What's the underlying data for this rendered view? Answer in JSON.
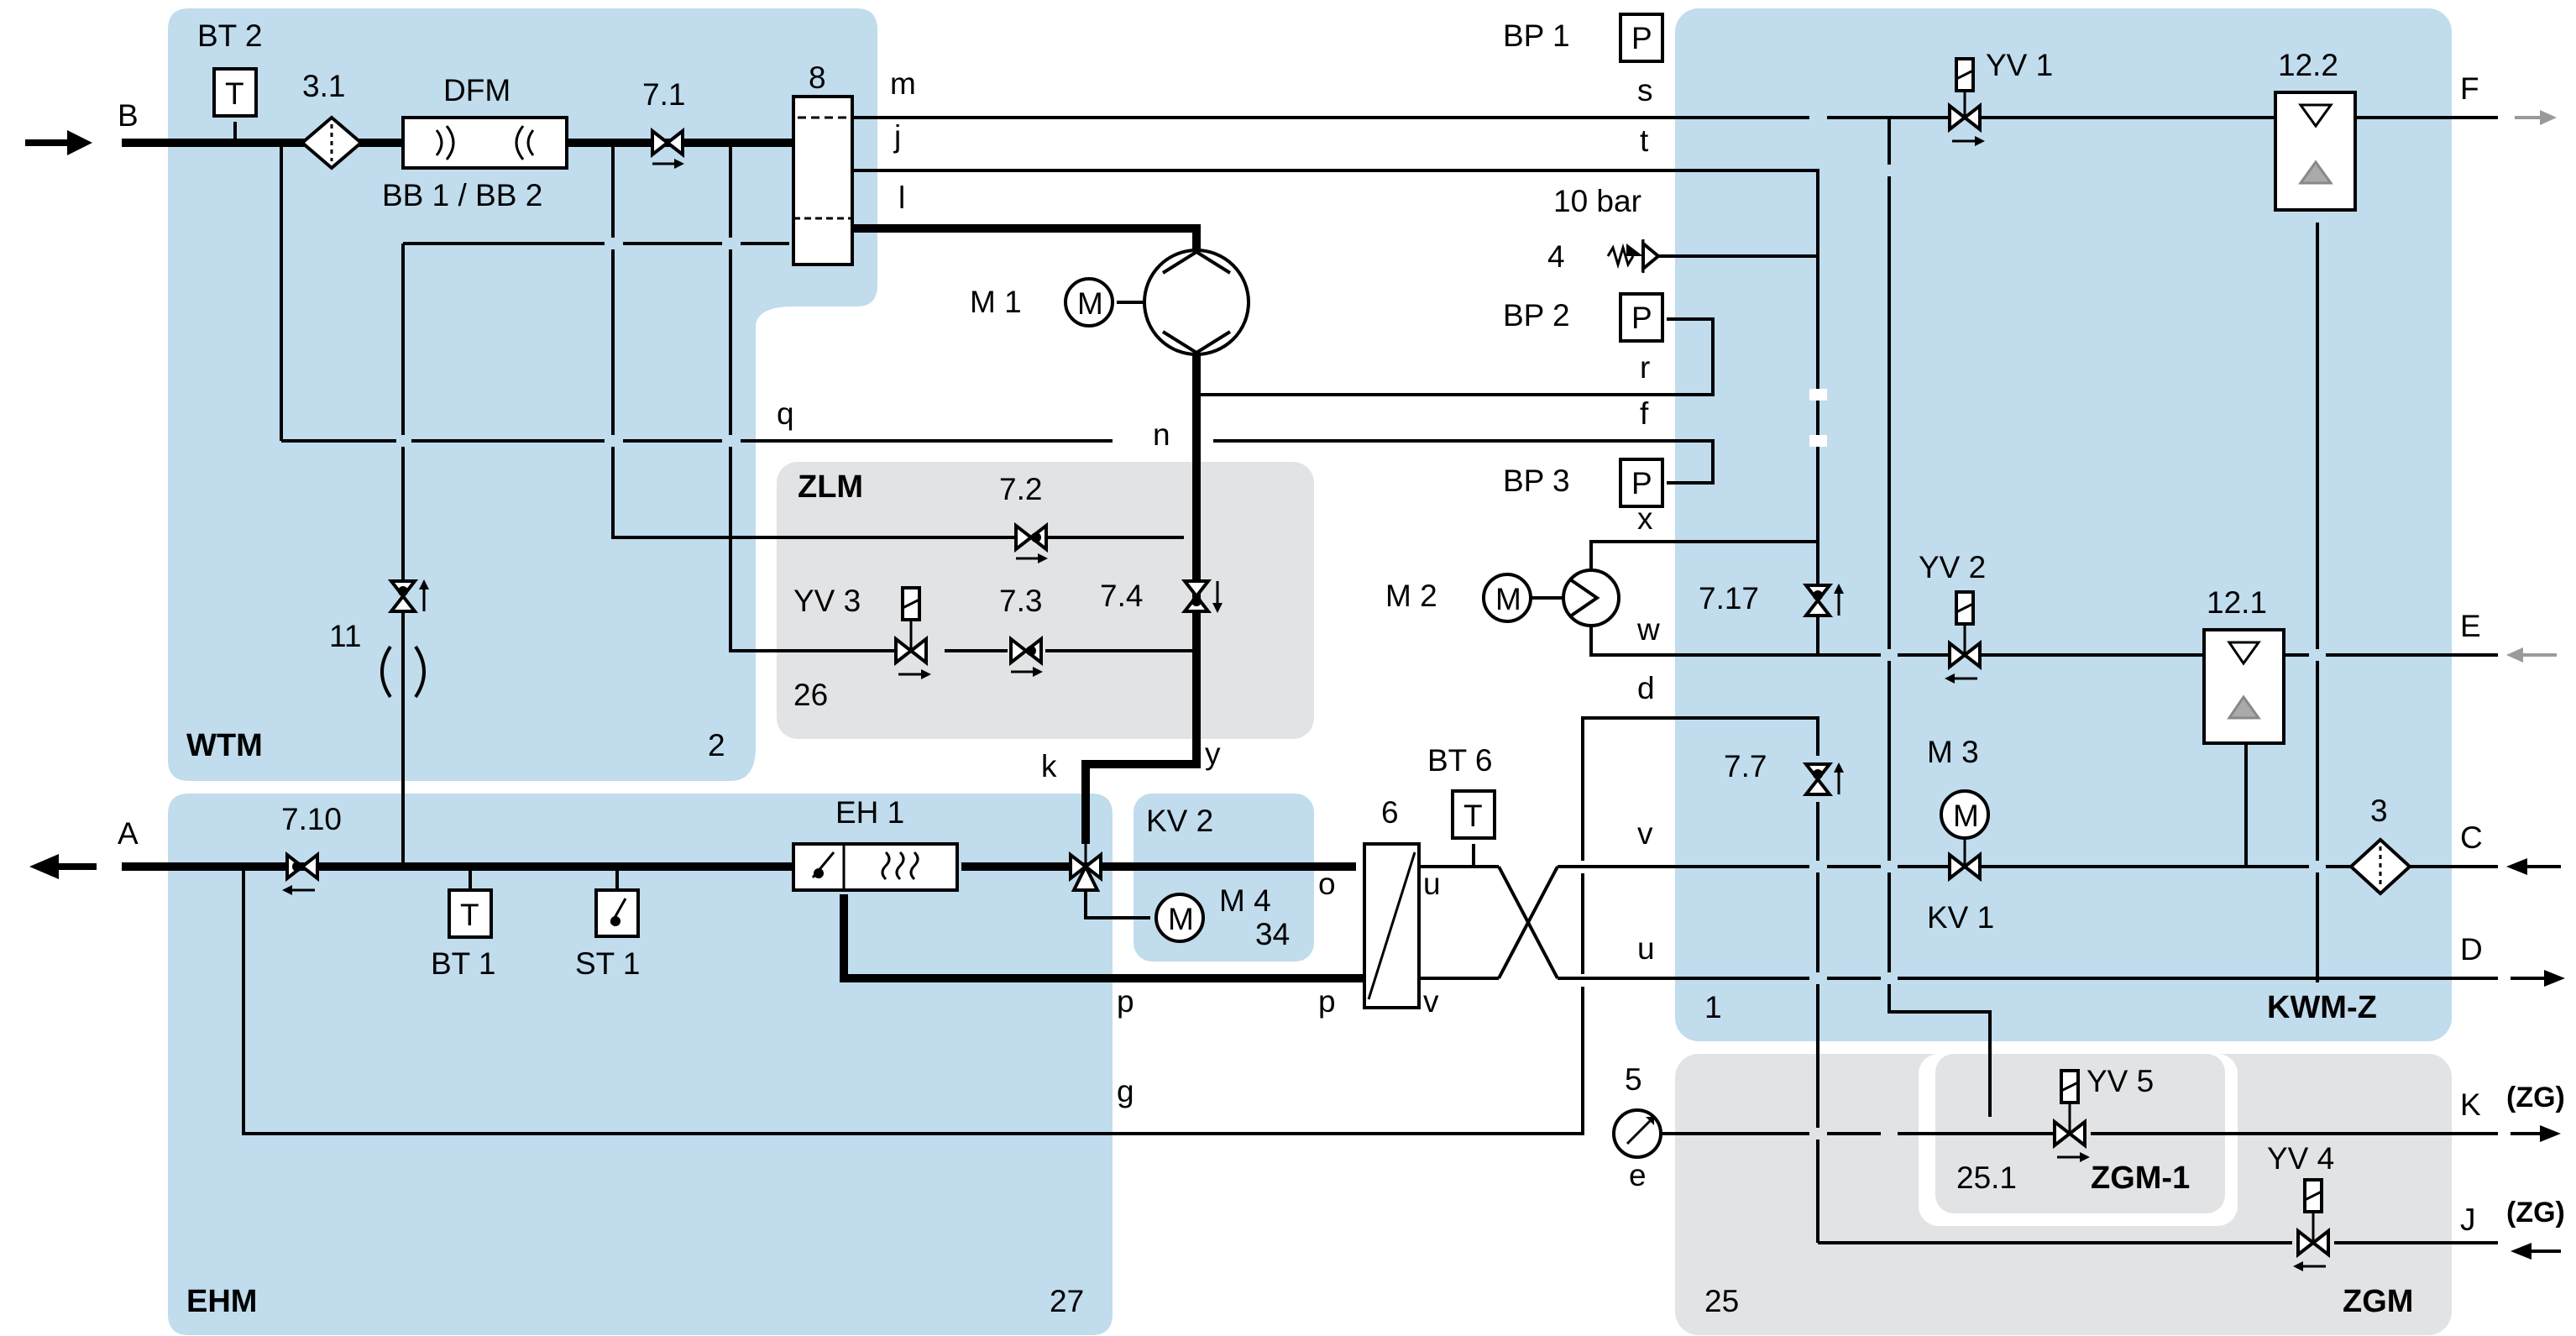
{
  "modules": {
    "wtm": {
      "name": "WTM",
      "number": "2",
      "color": "#c0dced"
    },
    "ehm": {
      "name": "EHM",
      "number": "27",
      "color": "#c0dced"
    },
    "kwmz": {
      "name": "KWM-Z",
      "number": "1",
      "color": "#c0dced"
    },
    "zlm": {
      "name": "ZLM",
      "number": "26",
      "color": "#e2e3e5"
    },
    "kv2": {
      "name": "KV 2",
      "number": "34",
      "color": "#c0dced"
    },
    "zgm": {
      "name": "ZGM",
      "number": "25",
      "color": "#e2e3e5"
    },
    "zgm1": {
      "name": "ZGM-1",
      "number": "25.1",
      "color": "#e2e3e5"
    }
  },
  "components": {
    "bt2": "BT 2",
    "bt2_sym": "T",
    "item_3_1": "3.1",
    "dfm": "DFM",
    "bb": "BB 1 / BB 2",
    "item_7_1": "7.1",
    "item_8": "8",
    "bp1": "BP 1",
    "bp1_sym": "P",
    "bp2": "BP 2",
    "bp2_sym": "P",
    "bp3": "BP 3",
    "bp3_sym": "P",
    "relief_pressure": "10 bar",
    "item_4": "4",
    "m1": "M 1",
    "m1_sym": "M",
    "m2": "M 2",
    "m2_sym": "M",
    "m3": "M 3",
    "m3_sym": "M",
    "m4": "M 4",
    "m4_sym": "M",
    "yv1": "YV 1",
    "yv2": "YV 2",
    "yv3": "YV 3",
    "yv4": "YV 4",
    "yv5": "YV 5",
    "item_12_2": "12.2",
    "item_12_1": "12.1",
    "item_7_2": "7.2",
    "item_7_3": "7.3",
    "item_7_4": "7.4",
    "item_7_7": "7.7",
    "item_7_10": "7.10",
    "item_7_17": "7.17",
    "item_11": "11",
    "eh1": "EH 1",
    "bt1": "BT 1",
    "bt1_sym": "T",
    "st1": "ST 1",
    "bt6": "BT 6",
    "bt6_sym": "T",
    "item_6": "6",
    "kv1": "KV 1",
    "item_3": "3",
    "item_5": "5"
  },
  "ports": {
    "A": "A",
    "B": "B",
    "C": "C",
    "D": "D",
    "E": "E",
    "F": "F",
    "K": "K",
    "J": "J",
    "zg_k": "(ZG)",
    "zg_j": "(ZG)"
  },
  "lines": {
    "m": "m",
    "j": "j",
    "l": "l",
    "s": "s",
    "t": "t",
    "r": "r",
    "q": "q",
    "n": "n",
    "f": "f",
    "x": "x",
    "w": "w",
    "d": "d",
    "k": "k",
    "y": "y",
    "v1": "v",
    "u1": "u",
    "o": "o",
    "u2": "u",
    "p1": "p",
    "p2": "p",
    "v2": "v",
    "g": "g",
    "e": "e"
  },
  "colors": {
    "module_blue": "#c0dced",
    "module_grey": "#e2e3e5",
    "arrow_grey": "#9a9a9a",
    "line": "#000000"
  }
}
